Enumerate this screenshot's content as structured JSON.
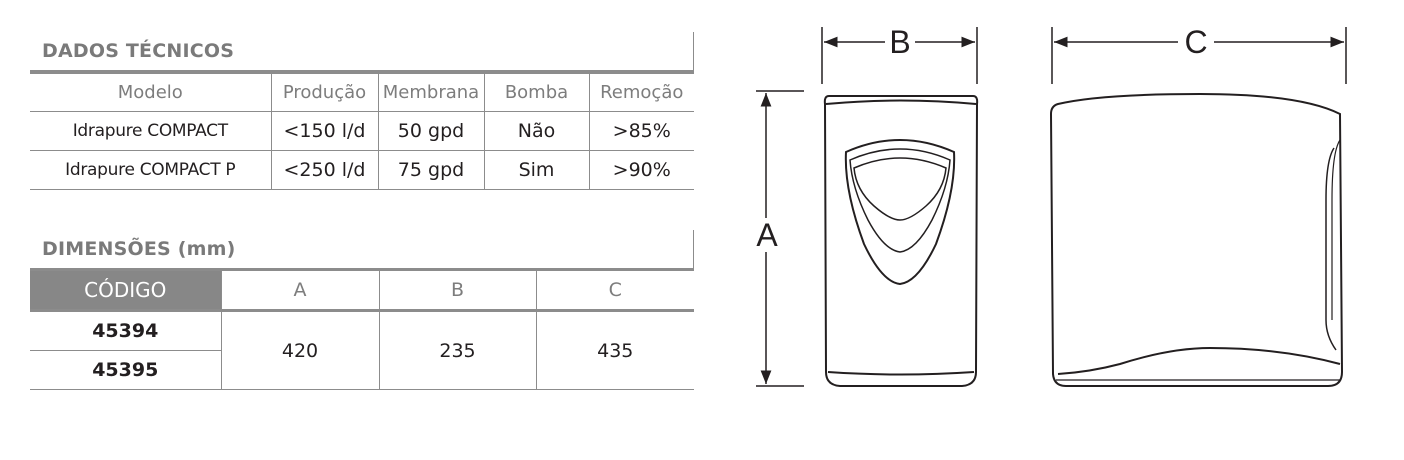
{
  "tech": {
    "title": "DADOS TÉCNICOS",
    "headers": [
      "Modelo",
      "Produção",
      "Membrana",
      "Bomba",
      "Remoção"
    ],
    "rows": [
      [
        "Idrapure COMPACT",
        "<150 l/d",
        "50 gpd",
        "Não",
        ">85%"
      ],
      [
        "Idrapure COMPACT P",
        "<250 l/d",
        "75 gpd",
        "Sim",
        ">90%"
      ]
    ]
  },
  "dims": {
    "title": "DIMENSÕES (mm)",
    "headers": [
      "CÓDIGO",
      "A",
      "B",
      "C"
    ],
    "codes": [
      "45394",
      "45395"
    ],
    "values": [
      "420",
      "235",
      "435"
    ]
  },
  "drawing": {
    "label_a": "A",
    "label_b": "B",
    "label_c": "C"
  }
}
